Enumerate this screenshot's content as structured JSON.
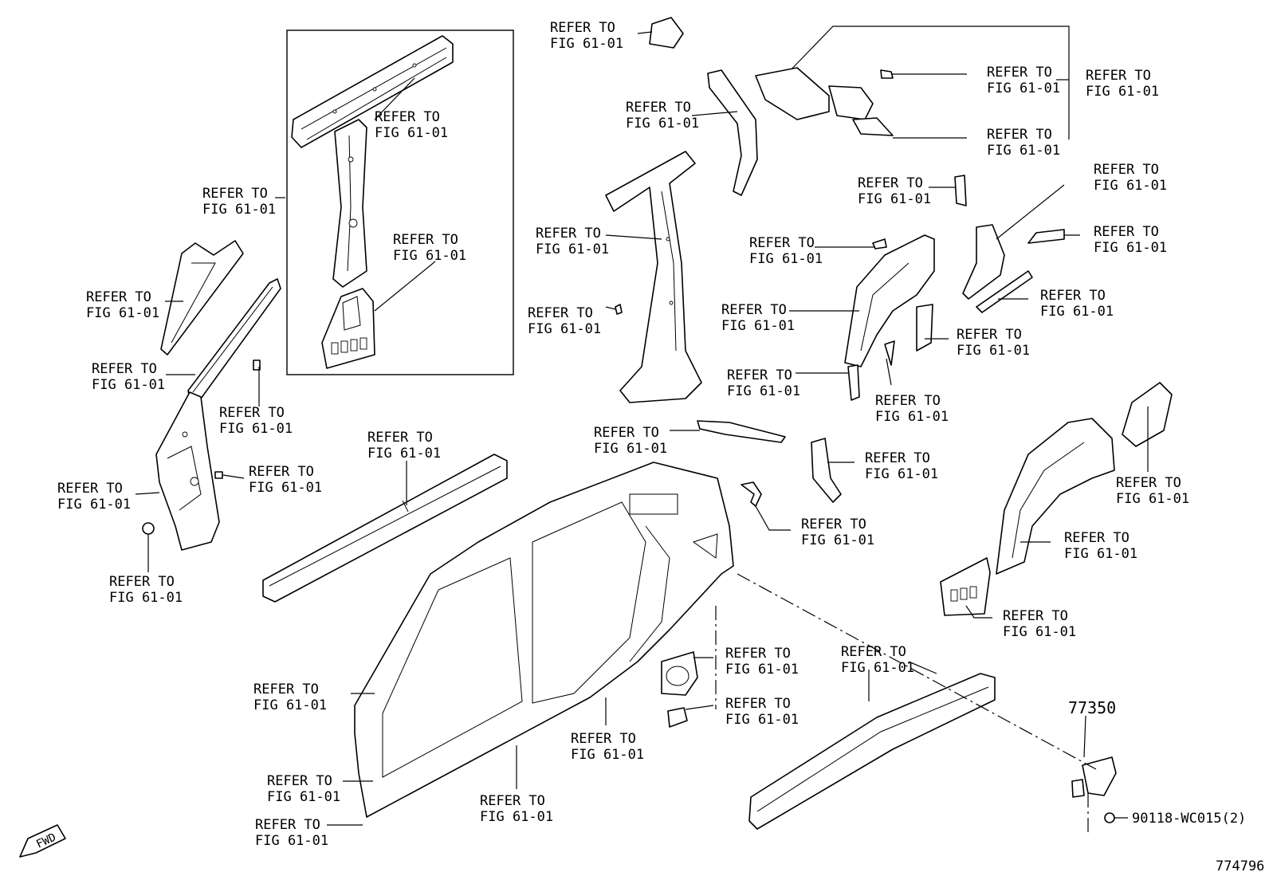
{
  "refer_text": {
    "line1": "REFER TO",
    "line2": "FIG 61-01"
  },
  "part_number_side_door": "77350",
  "bolt_part_number": "90118-WC015(2)",
  "fwd_arrow_text": "FWD",
  "illustration_number": "774796"
}
